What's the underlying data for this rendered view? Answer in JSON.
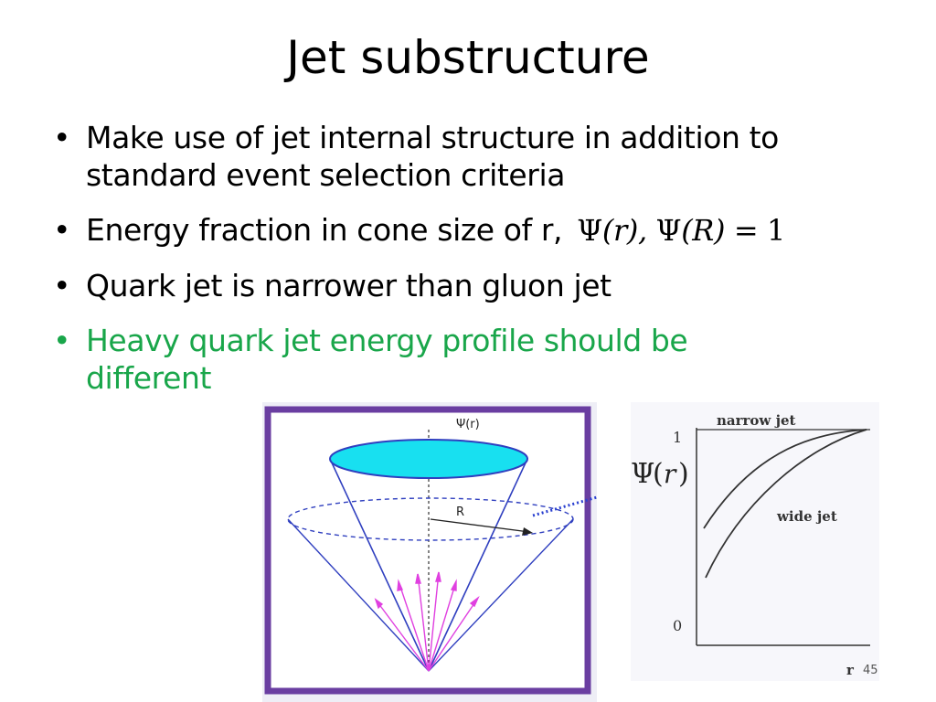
{
  "slide": {
    "title": "Jet substructure",
    "bullets": [
      "Make use of jet internal structure in addition to standard event selection criteria",
      "Energy fraction in cone size of r,",
      "Quark jet is narrower than gluon jet",
      "Heavy quark jet energy profile  should be different"
    ],
    "formula": {
      "psi": "Ψ",
      "r_part": "(r), ",
      "R_part": "(R)",
      "equals": " = 1"
    },
    "page_number": "45"
  },
  "cone_figure": {
    "top_label": "Ψ(r)",
    "radius_label": "R",
    "colors": {
      "frame": "#6a3ea1",
      "cone": "#2f3fbf",
      "ellipse_fill": "#18e0f0",
      "arrows": "#e040e0",
      "radius_dots": "#2a40d0"
    }
  },
  "plot": {
    "narrow_label": "narrow jet",
    "wide_label": "wide jet",
    "y_top": "1",
    "y_bottom": "0",
    "x_label": "r",
    "psi": "Ψ",
    "r_var": "r"
  }
}
